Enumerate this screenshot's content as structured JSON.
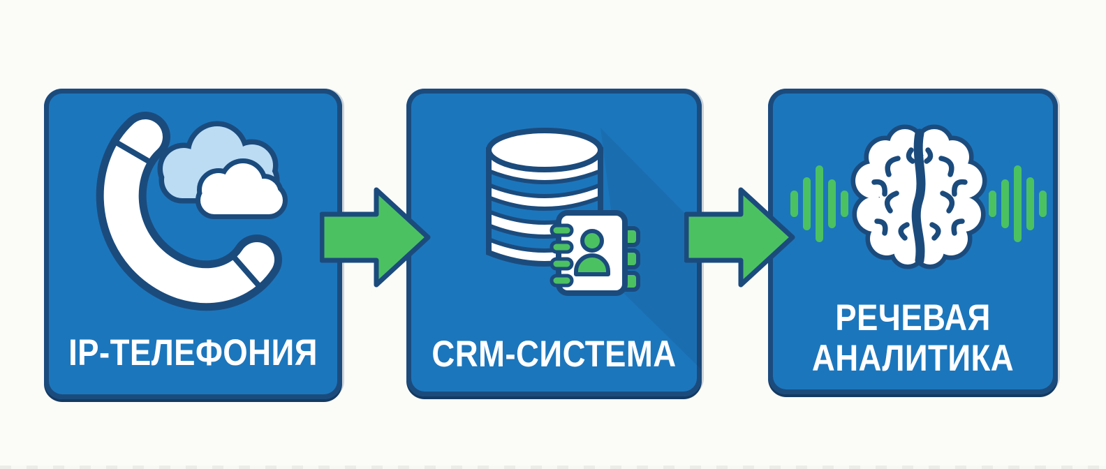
{
  "palette": {
    "background": "#fbfbf8",
    "box_fill": "#1c76bc",
    "outline_navy": "#1b4b7d",
    "accent_green": "#4cc162",
    "cloud_light_blue": "#bcdcf4",
    "label_text": "#ffffff"
  },
  "flow": {
    "nodes": [
      {
        "id": "ip-telephony",
        "lines": [
          "IP-ТЕЛЕФОНИЯ"
        ],
        "icon": "phone-cloud-icon"
      },
      {
        "id": "crm-system",
        "lines": [
          "CRM-СИСТЕМА"
        ],
        "icon": "database-contact-book-icon"
      },
      {
        "id": "speech-analytics",
        "lines": [
          "РЕЧЕВАЯ",
          "АНАЛИТИКА"
        ],
        "icon": "brain-soundwave-icon"
      }
    ],
    "connectors": [
      {
        "from": "ip-telephony",
        "to": "crm-system",
        "shape": "green-right-arrow"
      },
      {
        "from": "crm-system",
        "to": "speech-analytics",
        "shape": "green-right-arrow"
      }
    ]
  }
}
